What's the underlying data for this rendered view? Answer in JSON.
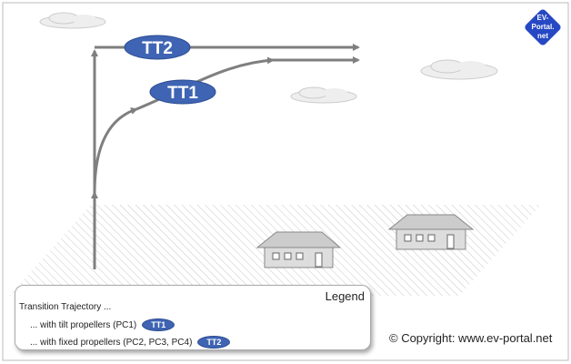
{
  "diagram": {
    "labels": {
      "tt2": "TT2",
      "tt1": "TT1"
    },
    "logo": {
      "line1": "EV-",
      "line2": "Portal.",
      "line3": "net"
    },
    "colors": {
      "arrow": "#7f7f7f",
      "badge": "#3f64b4",
      "logo": "#2648c4"
    }
  },
  "legend": {
    "title": "Legend",
    "heading": "Transition Trajectory ...",
    "items": [
      {
        "text": "... with tilt propellers (PC1)",
        "badge": "TT1"
      },
      {
        "text": "... with fixed propellers (PC2, PC3, PC4)",
        "badge": "TT2"
      }
    ]
  },
  "copyright": "© Copyright: www.ev-portal.net"
}
